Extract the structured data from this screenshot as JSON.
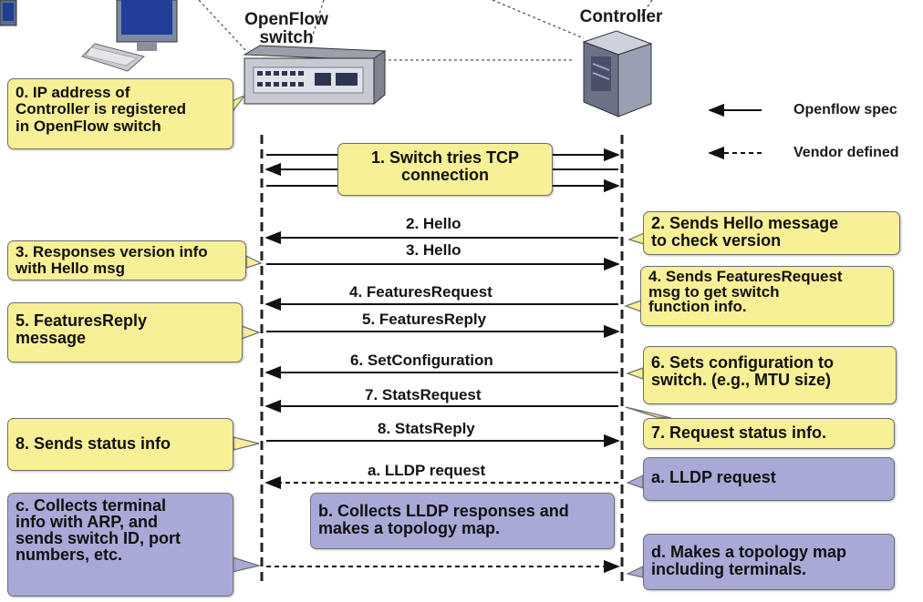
{
  "headers": {
    "switch": "OpenFlow\nswitch",
    "controller": "Controller"
  },
  "legend": {
    "solid": "Openflow spec",
    "dashed": "Vendor defined"
  },
  "notes": {
    "n0": "0. IP address of\nController is registered\nin OpenFlow switch",
    "n1": "1. Switch tries TCP\nconnection",
    "n2": "2. Sends Hello message\nto check version",
    "n3": "3. Responses version info\nwith Hello msg",
    "n4": "4. Sends FeaturesRequest\nmsg to get switch\nfunction info.",
    "n5": "5. FeaturesReply\nmessage",
    "n6": "6. Sets configuration to\nswitch. (e.g., MTU size)",
    "n7": "7. Request status info.",
    "n8": "8. Sends status info",
    "na": "a. LLDP request",
    "nb": "b. Collects LLDP responses and\nmakes a topology map.",
    "nc": "c. Collects terminal\ninfo with ARP, and\nsends switch ID, port\nnumbers, etc.",
    "nd": "d. Makes a topology map\nincluding terminals."
  },
  "messages": {
    "m2": "2. Hello",
    "m3": "3. Hello",
    "m4": "4. FeaturesRequest",
    "m5": "5. FeaturesReply",
    "m6": "6. SetConfiguration",
    "m7": "7. StatsRequest",
    "m8": "8. StatsReply",
    "ma": "a. LLDP request"
  },
  "colors": {
    "note_yellow": "#f8f096",
    "note_purple": "#a9a9d8",
    "line": "#111111"
  },
  "icons": [
    "computer-icon",
    "openflow-switch-icon",
    "controller-server-icon"
  ]
}
